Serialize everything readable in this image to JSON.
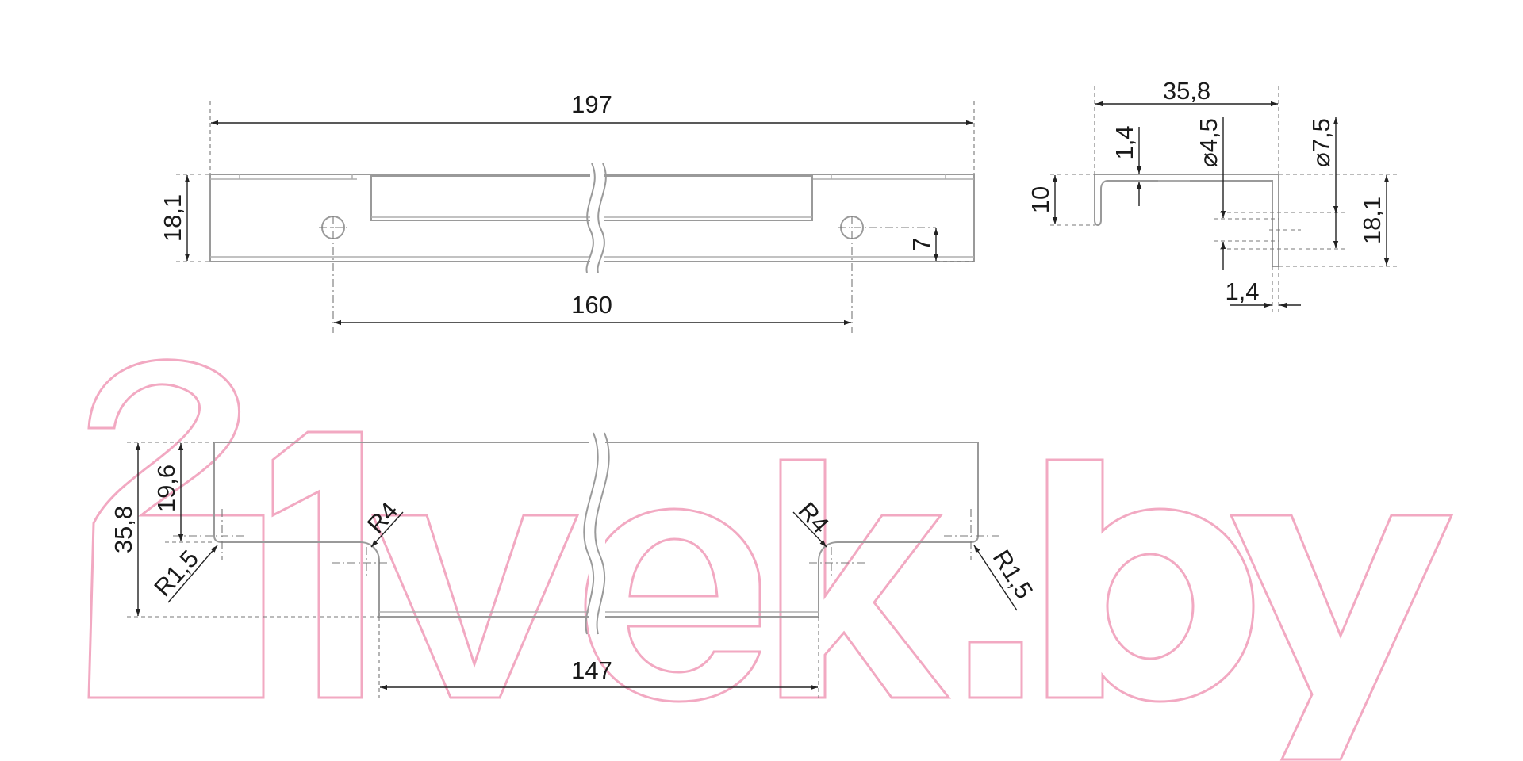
{
  "watermark": {
    "text": "21vek.by",
    "color": "#f2a9c2"
  },
  "colors": {
    "part_outline": "#9a9a9a",
    "dimension_line": "#222222"
  },
  "front_view": {
    "overall_length": "197",
    "height": "18,1",
    "hole_center_spacing": "160",
    "hole_offset_from_bottom": "7"
  },
  "side_view": {
    "overall_width": "35,8",
    "wall_thickness_top": "1,4",
    "wall_thickness_bottom": "1,4",
    "small_hole_diameter": "⌀4,5",
    "counterbore_diameter": "⌀7,5",
    "lip_height": "10",
    "height": "18,1"
  },
  "top_view": {
    "overall_depth": "35,8",
    "step_depth": "19,6",
    "inner_length": "147",
    "radius_large_left": "R4",
    "radius_large_right": "R4",
    "radius_small_left": "R1,5",
    "radius_small_right": "R1,5"
  }
}
